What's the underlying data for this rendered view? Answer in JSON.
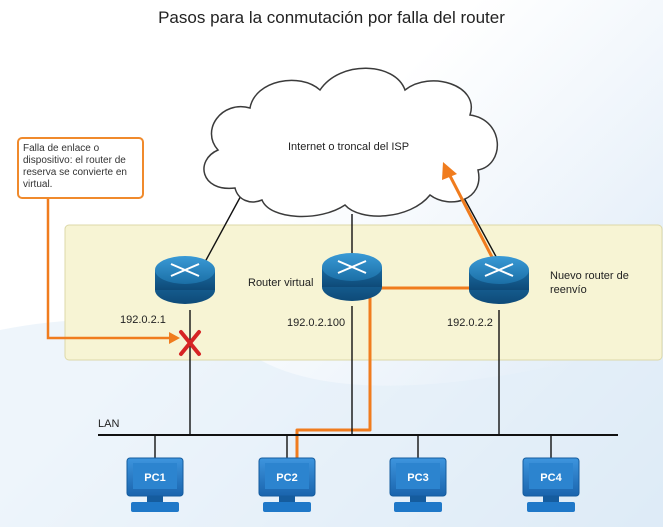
{
  "title": "Pasos para la conmutación por falla del router",
  "callout": "Falla de enlace o dispositivo: el router de reserva se convierte en virtual.",
  "cloud_label": "Internet o troncal del ISP",
  "virtual_router_label": "Router virtual",
  "new_router_label": "Nuevo router de reenvío",
  "ip_router1": "192.0.2.1",
  "ip_virtual": "192.0.2.100",
  "ip_router2": "192.0.2.2",
  "lan_label": "LAN",
  "pcs": [
    "PC1",
    "PC2",
    "PC3",
    "PC4"
  ],
  "colors": {
    "accent": "#f07c1e",
    "router_panel": "#f7f4d4",
    "router_body": "#1b6fa6",
    "failure_x": "#d62424",
    "pc_blue": "#1f78c8"
  }
}
